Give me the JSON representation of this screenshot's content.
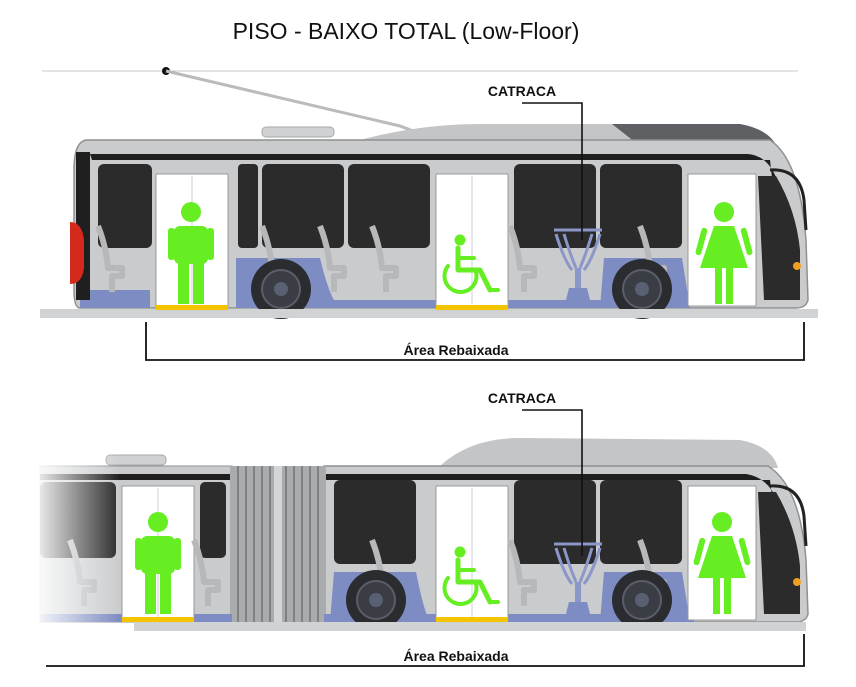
{
  "header": {
    "title": "PISO - BAIXO TOTAL (Low-Floor)"
  },
  "bus_standard": {
    "turnstile_label": "CATRACA",
    "lowered_area_label": "Área Rebaixada"
  },
  "bus_articulated": {
    "turnstile_label": "CATRACA",
    "lowered_area_label": "Área Rebaixada"
  },
  "icons": [
    "man-icon",
    "wheelchair-icon",
    "woman-icon",
    "turnstile-icon"
  ],
  "colors": {
    "accessibility_green": "#66ee22",
    "door_step_yellow": "#f5c400",
    "low_floor_blue": "#7d8cc2",
    "body_gray": "#c9cbcd",
    "window_dark": "#2b2b2b",
    "tail_light_red": "#d42a1c"
  }
}
